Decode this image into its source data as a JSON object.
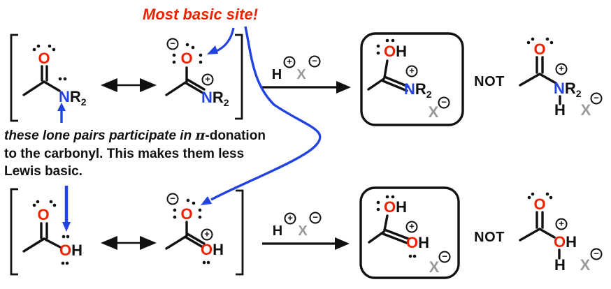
{
  "colors": {
    "oxygen_red": "#ee2200",
    "nitrogen_blue": "#2243e0",
    "arrow_blue": "#2243e0",
    "counterion_gray": "#9a9a9a",
    "bond_black": "#111111"
  },
  "title": "Most basic site!",
  "caption": {
    "line1_italic": "these lone pairs participate in ",
    "line1_pi": "π",
    "line1_rest": "-donation",
    "line2": "to the carbonyl. This makes them less",
    "line3": "Lewis basic."
  },
  "symbols": {
    "oxygen": "O",
    "nitrogen": "N",
    "hydrogen": "H",
    "r_group": "R",
    "subscript_two": "2",
    "counterion": "X",
    "plus": "+",
    "minus": "−",
    "not_label": "NOT"
  }
}
